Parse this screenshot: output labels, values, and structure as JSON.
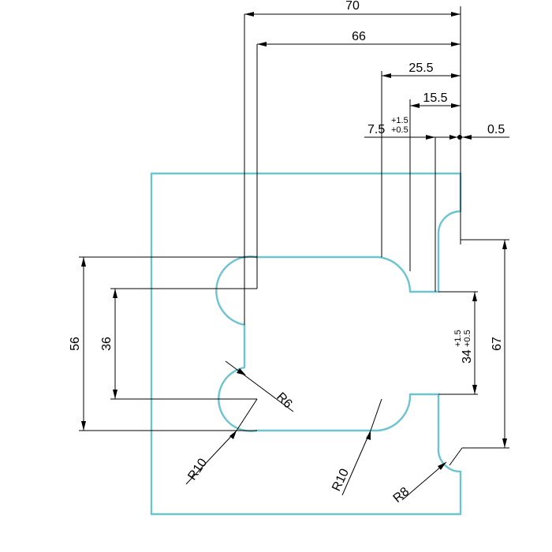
{
  "drawing": {
    "colors": {
      "part_outline": "#6cc4d0",
      "dimension": "#000000",
      "background": "#ffffff"
    },
    "dimensions": {
      "width_70": "70",
      "width_66": "66",
      "width_25_5": "25.5",
      "width_15_5": "15.5",
      "width_7_5": "7.5",
      "width_7_5_tol_upper": "+1.5",
      "width_7_5_tol_lower": "+0.5",
      "offset_0_5": "0.5",
      "height_56": "56",
      "height_36": "36",
      "height_34": "34",
      "height_34_tol_upper": "+1.5",
      "height_34_tol_lower": "+0.5",
      "height_67": "67"
    },
    "radii": {
      "r6": "R6",
      "r10_left": "R10",
      "r10_bottom": "R10",
      "r8": "R8"
    }
  }
}
